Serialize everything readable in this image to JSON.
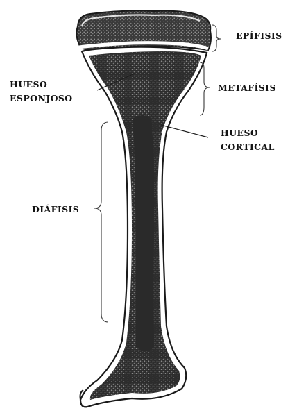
{
  "labels": {
    "epifisis": "EPÍFISIS",
    "metafisis": "METAFÍSIS",
    "hueso_esponjoso": [
      "HUESO",
      "ESPONJOSO"
    ],
    "hueso_cortical": [
      "HUESO",
      "CORTICAL"
    ],
    "diafisis": "DIÁFISIS"
  }
}
